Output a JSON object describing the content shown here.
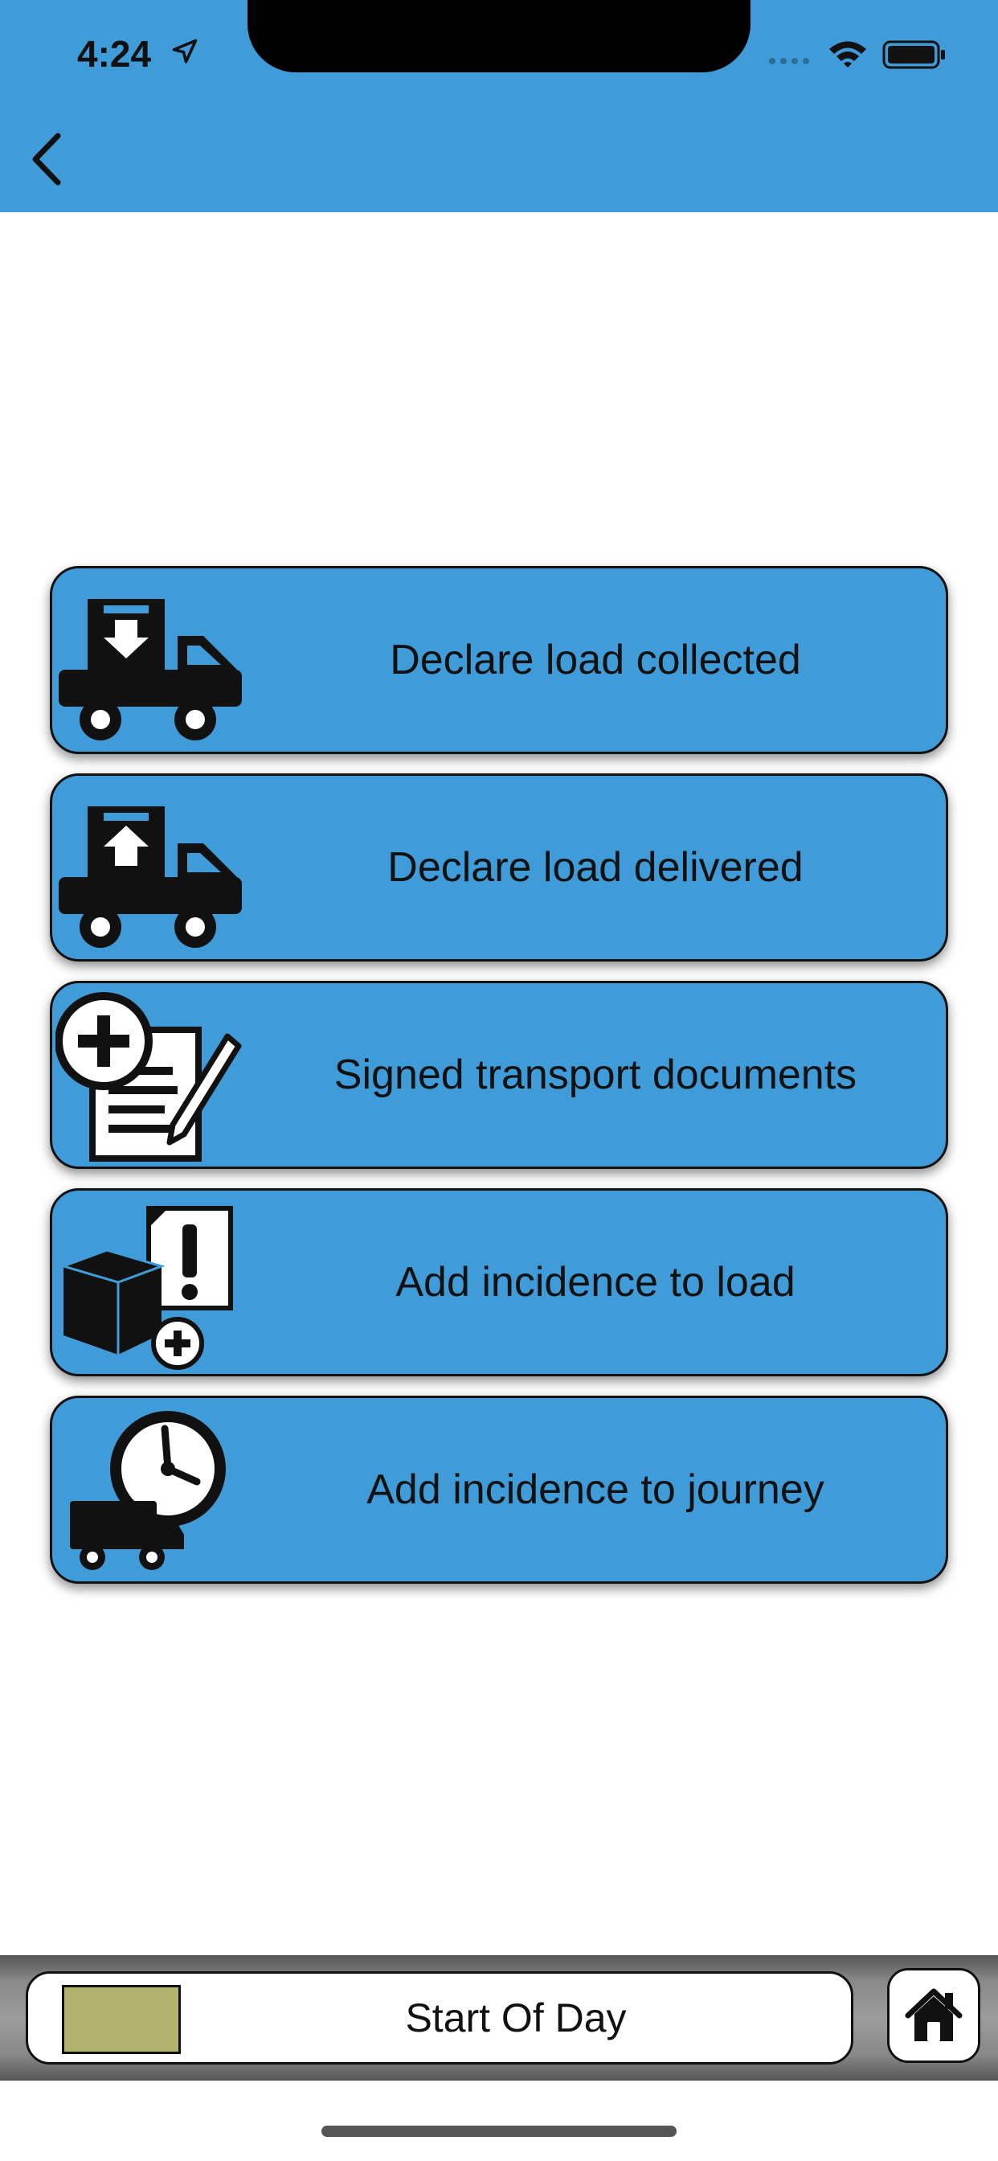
{
  "status_bar": {
    "time": "4:24",
    "icons": [
      "location-arrow-icon",
      "signal-dots-icon",
      "wifi-icon",
      "battery-icon"
    ]
  },
  "header": {
    "back_icon": "chevron-left-icon",
    "color": "#409cd9"
  },
  "menu": {
    "items": [
      {
        "label": "Declare load collected",
        "icon": "truck-load-down-icon"
      },
      {
        "label": "Declare load delivered",
        "icon": "truck-load-up-icon"
      },
      {
        "label": "Signed transport documents",
        "icon": "signed-document-icon"
      },
      {
        "label": "Add incidence to load",
        "icon": "package-alert-icon"
      },
      {
        "label": "Add incidence to journey",
        "icon": "van-clock-icon"
      }
    ],
    "button_color": "#409cd9"
  },
  "footer": {
    "start_of_day_label": "Start Of Day",
    "swatch_color": "#b1b26c",
    "home_icon": "home-icon"
  }
}
